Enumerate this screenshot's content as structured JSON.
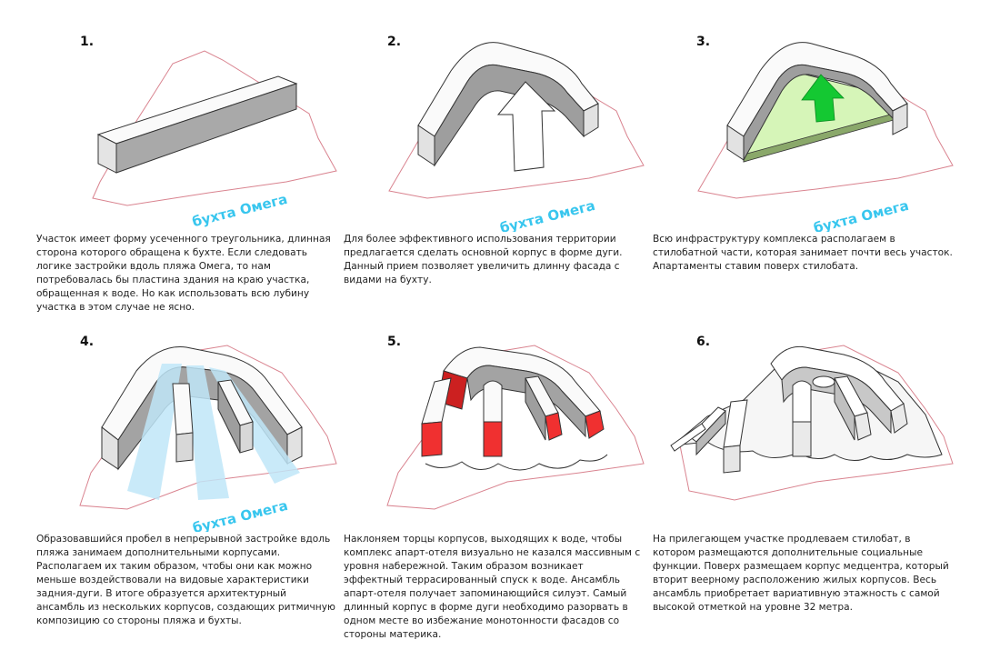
{
  "bay_label": "бухта Омега",
  "colors": {
    "site_line": "#d9838f",
    "bay_text": "#38c6ee",
    "stylobate": "#d6f5b8",
    "arrow_green": "#14c832",
    "tilted_ends": "#f03030",
    "view_fans": "#bfe6f8"
  },
  "panels": [
    {
      "number": "1.",
      "caption": "Участок имеет форму усеченного треугольника, длинная сторона которого обращена к бухте. Если следовать логике застройки вдоль пляжа Омега, то нам потребовалась бы пластина здания на краю участка, обращенная к воде. Но как использовать всю лубину участка в этом случае не ясно."
    },
    {
      "number": "2.",
      "caption": "Для более эффективного использования территории предлагается сделать основной корпус в форме дуги. Данный прием позволяет увеличить длинну фасада с видами на бухту."
    },
    {
      "number": "3.",
      "caption": "Всю инфраструктуру комплекса располагаем в стилобатной части, которая занимает почти весь участок. Апартаменты ставим поверх стилобата."
    },
    {
      "number": "4.",
      "caption": "Образовавшийся пробел в непрерывной застройке вдоль пляжа занимаем дополнительными корпусами. Располагаем их таким образом, чтобы они как можно меньше воздействовали на видовые характеристики задния-дуги. В итоге образуется архитектурный ансамбль из нескольких корпусов, создающих ритмичную композицию со стороны пляжа и бухты."
    },
    {
      "number": "5.",
      "caption": "Наклоняем торцы корпусов, выходящих к воде, чтобы комплекс апарт-отеля визуально не казался массивным с уровня набережной. Таким образом возникает эффектный террасированный спуск к воде. Ансамбль апарт-отеля получает запоминающийся силуэт. Самый длинный корпус в форме дуги необходимо разорвать в одном месте во избежание монотонности фасадов со стороны материка."
    },
    {
      "number": "6.",
      "caption": "На прилегающем участке продлеваем стилобат, в котором размещаются дополнительные социальные функции. Поверх размещаем корпус медцентра, который вторит веерному расположению жилых корпусов. Весь ансамбль приобретает вариативную этажность с самой высокой отметкой на уровне 32 метра."
    }
  ]
}
